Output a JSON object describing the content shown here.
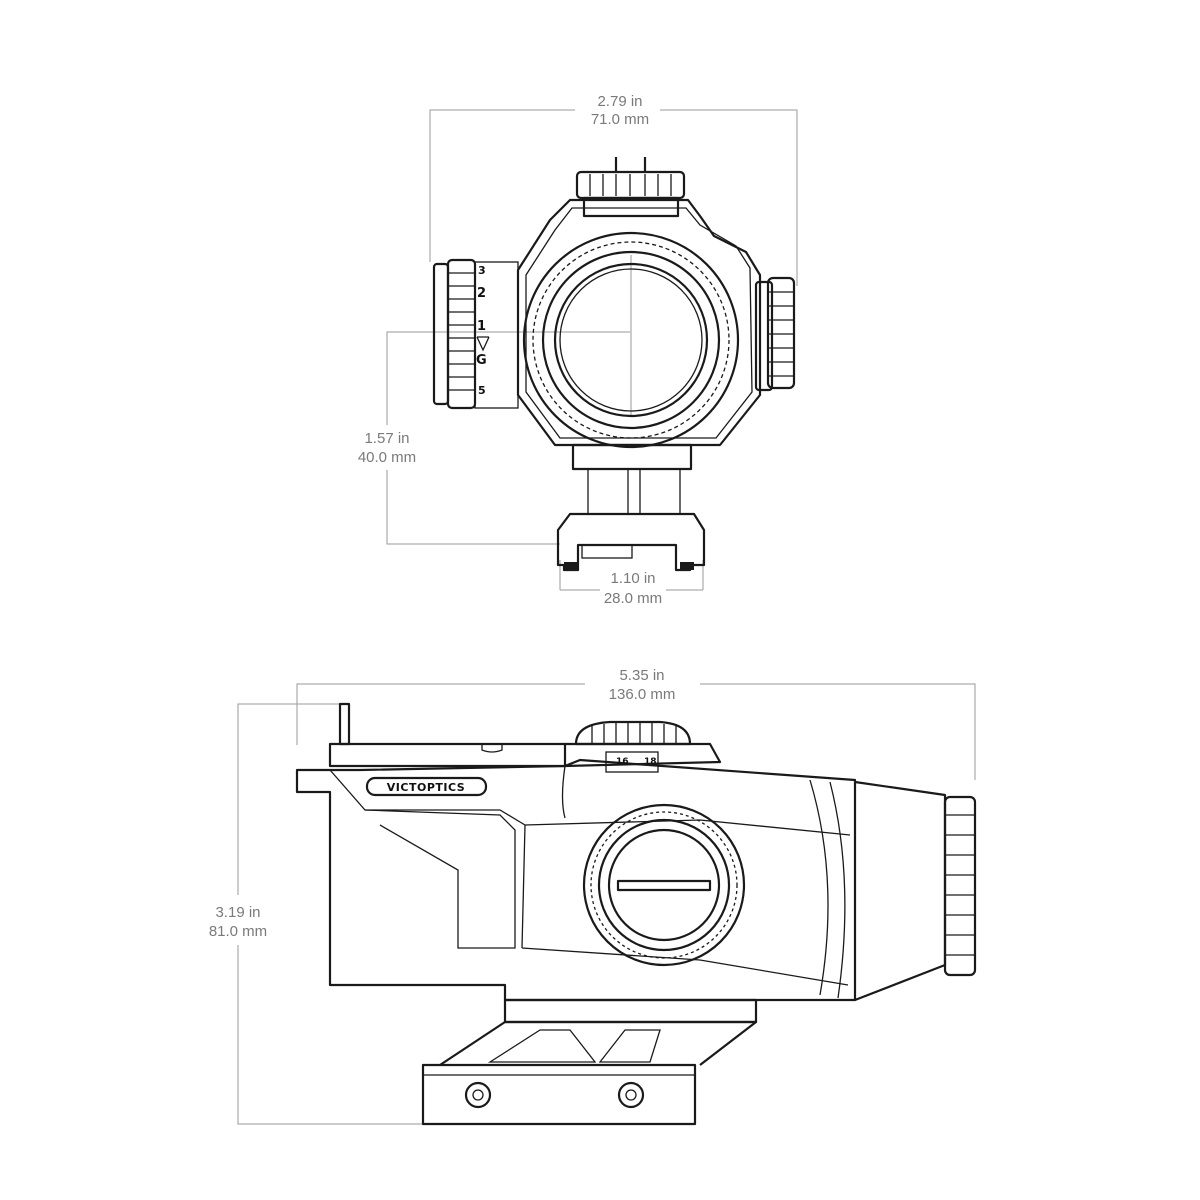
{
  "front_view": {
    "width_dim": {
      "inches": "2.79 in",
      "mm": "71.0 mm"
    },
    "height_dim": {
      "inches": "1.57 in",
      "mm": "40.0 mm"
    },
    "rail_dim": {
      "inches": "1.10 in",
      "mm": "28.0 mm"
    },
    "dial_marks": [
      "3",
      "2",
      "1",
      "G",
      "5"
    ]
  },
  "side_view": {
    "length_dim": {
      "inches": "5.35 in",
      "mm": "136.0 mm"
    },
    "height_dim": {
      "inches": "3.19 in",
      "mm": "81.0 mm"
    },
    "brand": "VICTOPTICS",
    "turret_marks": [
      "16",
      "18"
    ]
  },
  "colors": {
    "ink": "#1a1a1a",
    "dimension": "#9a9a9a",
    "dimension_text": "#7a7a7a",
    "background": "#ffffff"
  }
}
